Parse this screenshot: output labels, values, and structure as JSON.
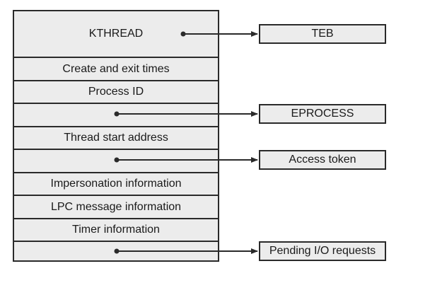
{
  "structure": {
    "fields": [
      {
        "label": "KTHREAD",
        "pointer": true
      },
      {
        "label": "Create and exit times",
        "pointer": false
      },
      {
        "label": "Process ID",
        "pointer": false
      },
      {
        "label": "",
        "pointer": true
      },
      {
        "label": "Thread start address",
        "pointer": false
      },
      {
        "label": "",
        "pointer": true
      },
      {
        "label": "Impersonation information",
        "pointer": false
      },
      {
        "label": "LPC message information",
        "pointer": false
      },
      {
        "label": "Timer information",
        "pointer": false
      },
      {
        "label": "",
        "pointer": true
      }
    ]
  },
  "targets": [
    {
      "label": "TEB",
      "from_field": 0
    },
    {
      "label": "EPROCESS",
      "from_field": 3
    },
    {
      "label": "Access token",
      "from_field": 5
    },
    {
      "label": "Pending I/O requests",
      "from_field": 9
    }
  ],
  "colors": {
    "box_fill": "#ececec",
    "stroke": "#2a2a2a"
  }
}
